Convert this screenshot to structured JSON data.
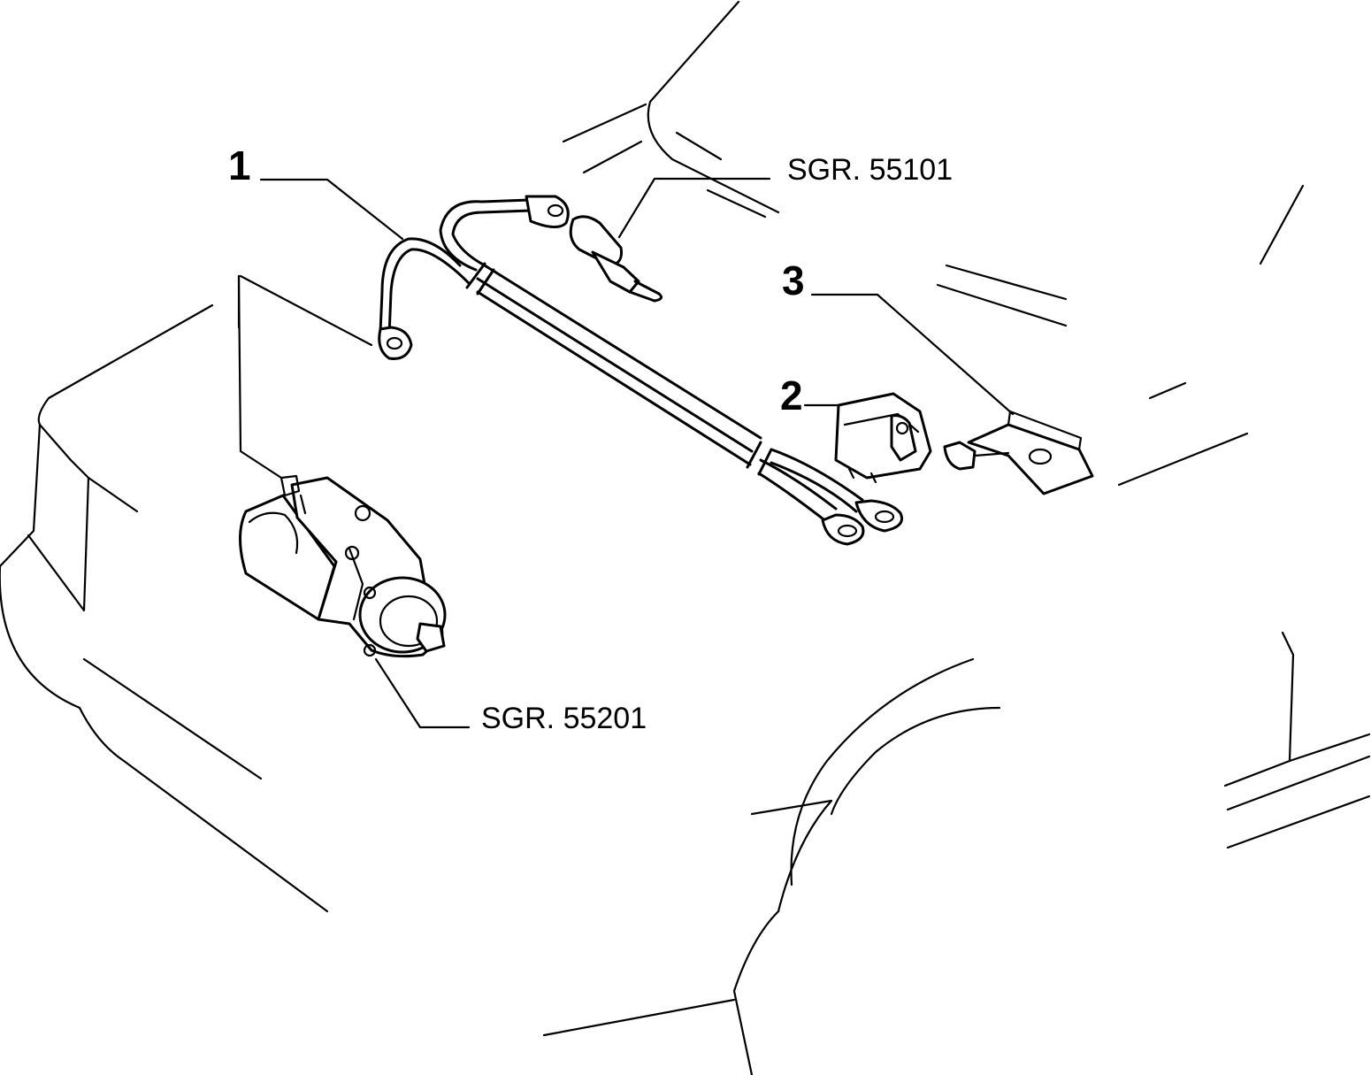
{
  "callouts": [
    {
      "number": "1"
    },
    {
      "number": "2"
    },
    {
      "number": "3"
    }
  ],
  "references": [
    {
      "label": "SGR. 55101"
    },
    {
      "label": "SGR. 55201"
    }
  ]
}
